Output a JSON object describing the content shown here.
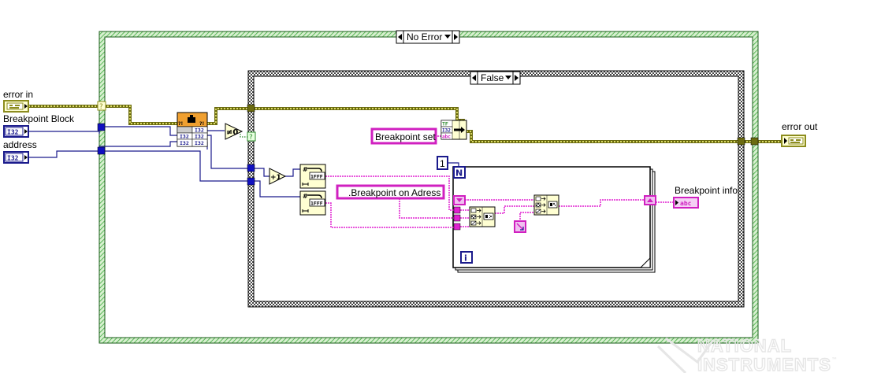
{
  "diagram": {
    "outer_case": {
      "selector_value": "No Error"
    },
    "inner_case": {
      "selector_value": "False"
    },
    "controls": [
      {
        "label": "error in",
        "type": "error-cluster"
      },
      {
        "label": "Breakpoint Block",
        "type": "I32"
      },
      {
        "label": "address",
        "type": "I32"
      }
    ],
    "indicators": [
      {
        "label": "error out",
        "type": "error-cluster"
      },
      {
        "label": "Breakpoint info",
        "type": "abc"
      }
    ],
    "constants": {
      "breakpoint_set": "Breakpoint set",
      "breakpoint_on_address": ".Breakpoint on Adress",
      "loop_count": "1"
    },
    "nodes": {
      "not_equal_zero": "≠0",
      "increment": "+1",
      "number_to_hex_1": "1FFF",
      "number_to_hex_2": "1FFF",
      "type_I32": "I32",
      "type_abc": "abc",
      "type_TF": "TF",
      "loop_N": "N",
      "loop_i": "i",
      "unknown_terminal": "?",
      "error_terminal": "?!"
    },
    "watermark": {
      "line1": "NATIONAL",
      "line2": "INSTRUMENTS",
      "tm": "™"
    },
    "colors": {
      "error_wire": "#8c8c1e",
      "error_wire_dash": "#ffff99",
      "int_wire": "#1a1a8c",
      "string_wire": "#e020d0",
      "bool_wire": "#2e8b2e",
      "case_green": "#2ba02b",
      "subvi_orange": "#f0a030",
      "node_fill": "#ffffd2"
    }
  }
}
